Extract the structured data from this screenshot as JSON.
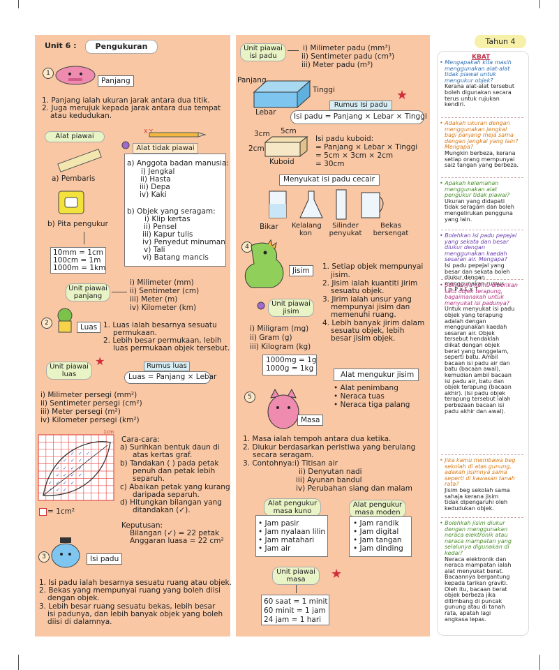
{
  "tahun": "Tahun 4",
  "left": {
    "unit_label": "Unit 6 :",
    "unit_title": "Pengukuran",
    "s1": {
      "num": "1",
      "tag": "Panjang",
      "points": [
        "1. Panjang ialah ukuran jarak antara dua titik.",
        "2. Juga merujuk kepada jarak antara dua tempat",
        "atau kedudukan."
      ],
      "alat_piawai": "Alat piawai",
      "pembaris": "a) Pembaris",
      "pita": "b) Pita pengukur",
      "alat_tidak": "Alat tidak piawai",
      "xy": "X          Y",
      "anggota_title": "a) Anggota badan manusia:",
      "anggota": [
        "i) Jengkal",
        "ii) Hasta",
        "iii) Depa",
        "iv) Kaki"
      ],
      "objek_title": "b) Objek yang seragam:",
      "objek": [
        "i) Klip kertas",
        "ii) Pensel",
        "iii) Kapur tulis",
        "iv) Penyedut minuman",
        "v) Tali",
        "vi) Batang mancis"
      ],
      "conversions": [
        "10mm  = 1cm",
        "100cm = 1m",
        "1000m = 1km"
      ],
      "unit_piawai": "Unit piawai panjang",
      "units": [
        "i) Milimeter      (mm)",
        "ii) Sentimeter  (cm)",
        "iii) Meter          (m)",
        "iv) Kilometer    (km)"
      ]
    },
    "s2": {
      "num": "2",
      "tag": "Luas",
      "points": [
        "1. Luas ialah besarnya sesuatu",
        "permukaan.",
        "2. Lebih besar permukaan, lebih",
        "luas permukaan objek tersebut."
      ],
      "unit_piawai": "Unit piawai luas",
      "rumus_title": "Rumus luas",
      "rumus": "Luas = Panjang × Lebar",
      "units": [
        "i) Milimeter persegi    (mm²)",
        "ii) Sentimeter persegi (cm²)",
        "iii) Meter persegi       (m²)",
        "iv) Kilometer persegi  (km²)"
      ],
      "scale": "1cm",
      "square_note": "= 1cm²",
      "cara_title": "Cara-cara:",
      "cara": [
        "a) Surihkan bentuk daun di",
        "atas kertas graf.",
        "b) Tandakan ( ) pada petak",
        "penuh dan petak lebih",
        "separuh.",
        "c) Abaikan petak yang kurang",
        "daripada separuh.",
        "d) Hitungkan bilangan yang",
        "ditandakan (✓)."
      ],
      "keputusan_title": "Keputusan:",
      "keputusan": [
        "Bilangan (✓)      = 22 petak",
        "Anggaran luasa = 22 cm²"
      ]
    },
    "s3": {
      "num": "3",
      "tag": "Isi padu",
      "points": [
        "1. Isi padu ialah besarnya sesuatu ruang atau objek.",
        "2. Bekas yang mempunyai ruang yang boleh diisi",
        "dengan objek.",
        "3. Lebih besar ruang sesuatu bekas, lebih besar",
        "isi padunya, dan lebih banyak objek yang boleh",
        "diisi di dalamnya."
      ]
    }
  },
  "middle": {
    "unit_piawai_isi": "Unit piawai isi padu",
    "isi_units": [
      "i) Milimeter padu   (mm³)",
      "ii) Sentimeter padu (cm³)",
      "iii) Meter padu        (m³)"
    ],
    "panjang": "Panjang",
    "tinggi": "Tinggi",
    "lebar": "Lebar",
    "rumus_title": "Rumus Isi padu",
    "rumus": "Isi padu = Panjang × Lebar × Tinggi",
    "dim_3cm": "3cm",
    "dim_5cm": "5cm",
    "dim_2cm": "2cm",
    "kuboid": "Kuboid",
    "kuboid_calc": [
      "Isi padu kuboid:",
      "= Panjang × Lebar × Tinggi",
      "= 5cm × 3cm × 2cm",
      "= 30cm"
    ],
    "cecair_title": "Menyukat isi padu cecair",
    "tools": [
      "Bikar",
      "Kelalang kon",
      "Silinder penyukat",
      "Bekas bersengat"
    ],
    "s4": {
      "num": "4",
      "tag": "Jisim",
      "points": [
        "1. Setiap objek mempunyai",
        "jisim.",
        "2. Jisim ialah kuantiti jirim",
        "sesuatu objek.",
        "3. Jirim ialah unsur yang",
        "mempunyai jisim dan",
        "memenuhi ruang.",
        "4. Lebih banyak jirim dalam",
        "sesuatu objek, lebih",
        "besar jisim objek."
      ],
      "unit_piawai": "Unit piawai jisim",
      "units": [
        "i) Miligram   (mg)",
        "ii) Gram         (g)",
        "iii) Kilogram  (kg)"
      ],
      "conv": [
        "1000mg = 1g",
        "1000g   = 1kg"
      ],
      "alat_title": "Alat mengukur jisim",
      "alat": [
        "• Alat penimbang",
        "• Neraca tuas",
        "• Neraca tiga palang"
      ]
    },
    "s5": {
      "num": "5",
      "tag": "Masa",
      "points": [
        "1. Masa ialah tempoh antara dua ketika.",
        "2. Diukur berdasarkan peristiwa yang berulang",
        "secara seragam.",
        "3. Contohnya:"
      ],
      "examples": [
        "i) Titisan air",
        "ii) Denyutan nadi",
        "iii) Ayunan bandul",
        "iv) Perubahan siang dan malam"
      ],
      "kuno_title": "Alat pengukur masa kuno",
      "kuno": [
        "• Jam pasir",
        "• Jam nyalaan lilin",
        "• Jam matahari",
        "• Jam air"
      ],
      "moden_title": "Alat pengukur masa moden",
      "moden": [
        "• Jam randik",
        "• Jam digital",
        "• Jam tangan",
        "• Jam dinding"
      ],
      "unit_piawai": "Unit piawai masa",
      "conv": [
        "60 saat  = 1 minit",
        "60 minit = 1 jam",
        "24 jam   = 1 hari"
      ]
    }
  },
  "kbat": {
    "title": "KBAT",
    "items": [
      {
        "q": [
          "• Mengapakah kita masih",
          "menggunakan alat-alat",
          "tidak piawai untuk",
          "mengukur objek?"
        ],
        "a": [
          "Kerana alat-alat tersebut",
          "boleh digunakan secara",
          "terus untuk rujukan",
          "kendiri."
        ]
      },
      {
        "q": [
          "• Adakah ukuran dengan",
          "menggunakan jengkal",
          "bagi panjang meja sama",
          "dengan jengkal yang lain?",
          "Mengapa?"
        ],
        "a": [
          "Mungkin berbeza, kerana",
          "setiap orang mempunyai",
          "saiz tangan yang berbeza."
        ]
      },
      {
        "q": [
          "• Apakah kelemahan",
          "menggunakan alat",
          "pengukur tidak piawai?"
        ],
        "a": [
          "Ukuran yang didapati",
          "tidak seragam dan boleh",
          "mengelirukan pengguna",
          "yang lain."
        ]
      },
      {
        "q": [
          "• Bolehkan isi padu pepejal",
          "yang sekata dan besar",
          "diukur dengan",
          "menggunakan kaedah",
          "sesaran air. Mengapa?"
        ],
        "a": [
          "Isi padu pepejal yang",
          "besar dan sekata boleh",
          "diukur dengan",
          "menggunakan rumus",
          "I = P x L x T"
        ]
      },
      {
        "q": [
          "• Sekiranya kamu diberikan",
          "satu objek terapung,",
          "bagaimanakah untuk",
          "menyukat isi padunya?"
        ],
        "a": [
          "Untuk menyukat isi padu",
          "objek yang terapung",
          "adalah dengan",
          "menggunakan kaedah",
          "sesaran air. Objek",
          "tersebut hendaklah",
          "diikat dengan objek",
          "berat yang tenggelam,",
          "seperti batu. Ambil",
          "bacaan isi padu air dan",
          "batu (bacaan awal),",
          "kemudian ambil bacaan",
          "isi padu air, batu dan",
          "objek terapung (bacaan",
          "akhir). (Isi padu objek",
          "terapung tersebut ialah",
          "perbezaan bacaan isi",
          "padu akhir dan awal)."
        ]
      },
      {
        "q": [
          "• Jika kamu membawa beg",
          "sekolah di atas gunung,",
          "adakah jisimnya sama",
          "seperti di kawasan tanah",
          "rata?"
        ],
        "a": [
          "Jisim beg sekolah sama",
          "sahaja kerana jisim",
          "tidak dipengaruhi oleh",
          "kedudukan objek."
        ]
      },
      {
        "q": [
          "• Bolehkah jisim diukur",
          "dengan menggunakan",
          "neraca elektronik atau",
          "neraca mampatan yang",
          "selalunya digunakan di",
          "kedai?"
        ],
        "a": [
          "Neraca elektronik dan",
          "neraca mampatan ialah",
          "alat menyukat berat.",
          "Bacaannya bergantung",
          "kepada tarikan graviti.",
          "Oleh itu, bacaan berat",
          "objek berbeza jika",
          "ditimbang di puncak",
          "gunung atau di tanah",
          "rata, apatah lagi",
          "angkasa lepas."
        ]
      }
    ]
  },
  "colors": {
    "panel": "#f9c7a4",
    "pill": "#fde9c8",
    "tahun_bg": "#f7f0a8",
    "kbat_red": "#c0304a"
  }
}
